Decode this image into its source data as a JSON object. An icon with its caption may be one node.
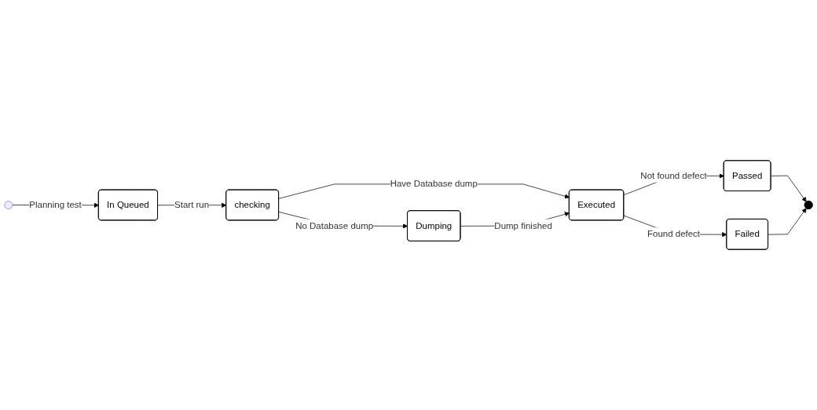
{
  "diagram": {
    "nodes": [
      {
        "text": [],
        "shape": "circle"
      },
      {
        "text": [
          "In Queued"
        ]
      },
      {
        "text": [
          "checking"
        ]
      },
      {
        "text": [
          "Dumping"
        ]
      },
      {
        "text": [
          "Executed"
        ]
      },
      {
        "text": [
          "Passed"
        ]
      },
      {
        "text": [
          "Failed"
        ]
      },
      {
        "text": [],
        "shape": "circle"
      }
    ],
    "edges": [
      {
        "from": 0,
        "to": 1,
        "arrow": "to",
        "label": "Planning test"
      },
      {
        "from": 1,
        "to": 2,
        "arrow": "to",
        "label": "Start run"
      },
      {
        "from": 2,
        "to": 3,
        "arrow": "to",
        "label": "No Database dump"
      },
      {
        "from": 2,
        "to": 4,
        "arrow": "to",
        "label": "Have Database dump"
      },
      {
        "from": 3,
        "to": 4,
        "arrow": "to",
        "label": "Dump finished"
      },
      {
        "from": 4,
        "to": 5,
        "arrow": "to",
        "label": "Not found defect"
      },
      {
        "from": 4,
        "to": 6,
        "arrow": "to",
        "label": "Found defect"
      },
      {
        "from": 5,
        "to": 7,
        "arrow": "to"
      },
      {
        "from": 6,
        "to": 7,
        "arrow": "to"
      }
    ]
  }
}
